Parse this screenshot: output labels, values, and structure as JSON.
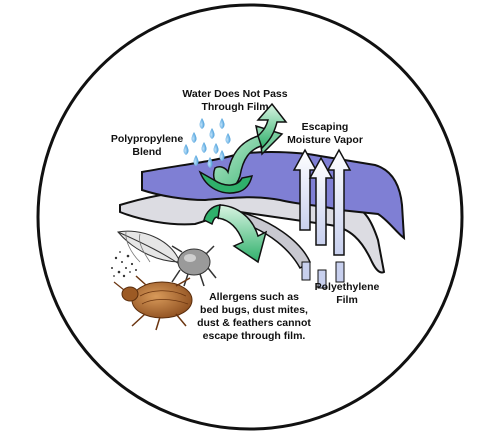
{
  "labels": {
    "water_line1": "Water Does Not Pass",
    "water_line2": "Through Film",
    "poly_blend_line1": "Polypropylene",
    "poly_blend_line2": "Blend",
    "moisture_line1": "Escaping",
    "moisture_line2": "Moisture Vapor",
    "polyethylene_line1": "Polyethylene",
    "polyethylene_line2": "Film",
    "allergen_line1": "Allergens such as",
    "allergen_line2": "bed bugs, dust mites,",
    "allergen_line3": "dust & feathers cannot",
    "allergen_line4": "escape through film."
  },
  "colors": {
    "outline": "#111111",
    "blue_layer": "#7f7fd4",
    "grey_layer": "#d9d9de",
    "water_drop": "#4aa3df",
    "green_arrow": "#2fb06b",
    "green_arrow_light": "#c9efd8",
    "vapor_arrow": "#e8ecf7",
    "bedbug": "#a8642b",
    "mite": "#8a8a8a"
  },
  "icons": [
    "water-drop-icon",
    "green-arrow-icon",
    "vapor-arrow-icon",
    "feather-icon",
    "dust-mite-icon",
    "bed-bug-icon",
    "dust-icon"
  ]
}
